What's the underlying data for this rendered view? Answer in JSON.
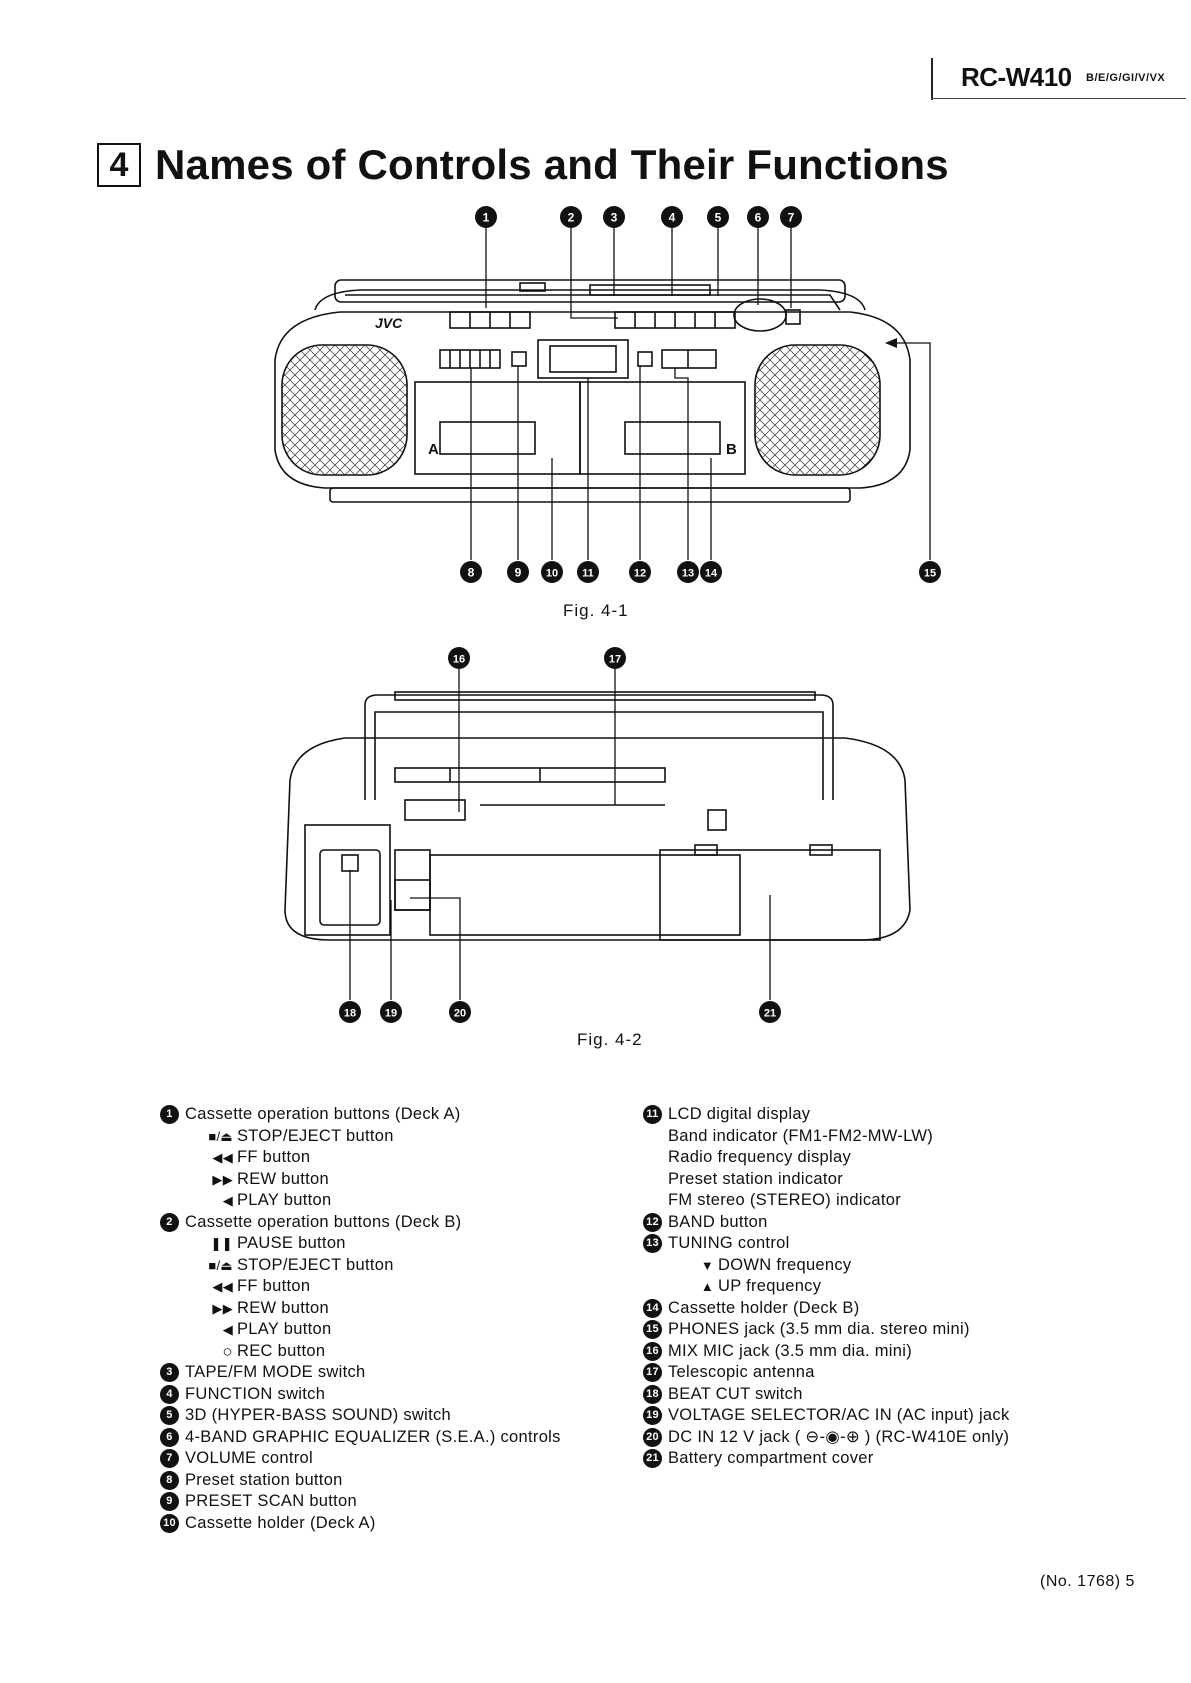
{
  "header": {
    "model": "RC-W410",
    "variants": "B/E/G/GI/V/VX"
  },
  "section": {
    "number": "4",
    "title": "Names of Controls and Their Functions"
  },
  "fig1": {
    "caption": "Fig. 4-1",
    "brand": "JVC",
    "deck_a_letter": "A",
    "deck_b_letter": "B",
    "callouts_top": [
      "1",
      "2",
      "3",
      "4",
      "5",
      "6",
      "7"
    ],
    "callouts_bottom": [
      "8",
      "9",
      "10",
      "11",
      "12",
      "13",
      "14",
      "15"
    ]
  },
  "fig2": {
    "caption": "Fig. 4-2",
    "callouts_top": [
      "16",
      "17"
    ],
    "callouts_bottom": [
      "18",
      "19",
      "20",
      "21"
    ]
  },
  "list_left": [
    {
      "num": "1",
      "text": "Cassette operation buttons (Deck A)"
    },
    {
      "sym": "■/⏏",
      "text": "STOP/EJECT button"
    },
    {
      "sym": "◀◀",
      "text": "FF button"
    },
    {
      "sym": "▶▶",
      "text": "REW button"
    },
    {
      "sym": "◀",
      "text": "PLAY button"
    },
    {
      "num": "2",
      "text": "Cassette operation buttons (Deck B)"
    },
    {
      "sym": "❚❚",
      "text": "PAUSE button"
    },
    {
      "sym": "■/⏏",
      "text": "STOP/EJECT button"
    },
    {
      "sym": "◀◀",
      "text": "FF button"
    },
    {
      "sym": "▶▶",
      "text": "REW button"
    },
    {
      "sym": "◀",
      "text": "PLAY button"
    },
    {
      "sym": "○",
      "text": "REC button"
    },
    {
      "num": "3",
      "text": "TAPE/FM MODE switch"
    },
    {
      "num": "4",
      "text": "FUNCTION switch"
    },
    {
      "num": "5",
      "text": "3D (HYPER-BASS SOUND) switch"
    },
    {
      "num": "6",
      "text": "4-BAND GRAPHIC EQUALIZER (S.E.A.) controls"
    },
    {
      "num": "7",
      "text": "VOLUME control"
    },
    {
      "num": "8",
      "text": "Preset station button"
    },
    {
      "num": "9",
      "text": "PRESET SCAN button"
    },
    {
      "num": "10",
      "text": "Cassette holder (Deck A)"
    }
  ],
  "list_right": [
    {
      "num": "11",
      "text": "LCD digital display"
    },
    {
      "text": "Band indicator (FM1-FM2-MW-LW)"
    },
    {
      "text": "Radio frequency display"
    },
    {
      "text": "Preset station indicator"
    },
    {
      "text": "FM stereo (STEREO) indicator"
    },
    {
      "num": "12",
      "text": "BAND button"
    },
    {
      "num": "13",
      "text": "TUNING control"
    },
    {
      "sym": "▼",
      "text": "DOWN frequency"
    },
    {
      "sym": "▲",
      "text": "UP frequency"
    },
    {
      "num": "14",
      "text": "Cassette holder (Deck B)"
    },
    {
      "num": "15",
      "text": "PHONES jack (3.5 mm dia. stereo mini)"
    },
    {
      "num": "16",
      "text": "MIX MIC jack (3.5 mm dia. mini)"
    },
    {
      "num": "17",
      "text": "Telescopic antenna"
    },
    {
      "num": "18",
      "text": "BEAT CUT switch"
    },
    {
      "num": "19",
      "text": "VOLTAGE SELECTOR/AC IN (AC input) jack"
    },
    {
      "num": "20",
      "text": "DC IN 12 V jack ( ⊖-◉-⊕ ) (RC-W410E only)"
    },
    {
      "num": "21",
      "text": "Battery compartment cover"
    }
  ],
  "footer": {
    "doc_no": "(No. 1768)",
    "page": "5"
  }
}
